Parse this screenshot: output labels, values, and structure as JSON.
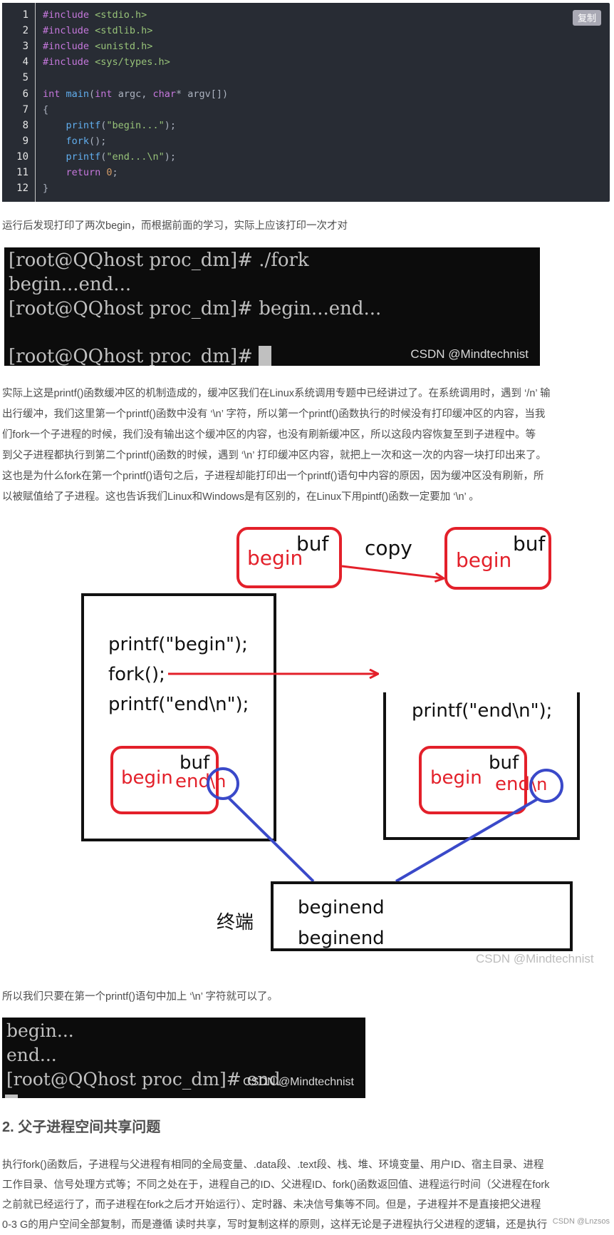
{
  "code": {
    "copy_label": "复制",
    "line_numbers": [
      "1",
      "2",
      "3",
      "4",
      "5",
      "6",
      "7",
      "8",
      "9",
      "10",
      "11",
      "12"
    ],
    "lines": [
      [
        {
          "t": "#include ",
          "c": "pre"
        },
        {
          "t": "<stdio.h>",
          "c": "str"
        }
      ],
      [
        {
          "t": "#include ",
          "c": "pre"
        },
        {
          "t": "<stdlib.h>",
          "c": "str"
        }
      ],
      [
        {
          "t": "#include ",
          "c": "pre"
        },
        {
          "t": "<unistd.h>",
          "c": "str"
        }
      ],
      [
        {
          "t": "#include ",
          "c": "pre"
        },
        {
          "t": "<sys/types.h>",
          "c": "str"
        }
      ],
      [],
      [
        {
          "t": "int ",
          "c": "kw"
        },
        {
          "t": "main",
          "c": "fn"
        },
        {
          "t": "(",
          "c": "plain"
        },
        {
          "t": "int ",
          "c": "kw"
        },
        {
          "t": "argc, ",
          "c": "plain"
        },
        {
          "t": "char",
          "c": "kw"
        },
        {
          "t": "* argv[])",
          "c": "plain"
        }
      ],
      [
        {
          "t": "{",
          "c": "plain"
        }
      ],
      [
        {
          "t": "    printf",
          "c": "fn"
        },
        {
          "t": "(",
          "c": "plain"
        },
        {
          "t": "\"begin...\"",
          "c": "str"
        },
        {
          "t": ");",
          "c": "plain"
        }
      ],
      [
        {
          "t": "    fork",
          "c": "fn"
        },
        {
          "t": "();",
          "c": "plain"
        }
      ],
      [
        {
          "t": "    printf",
          "c": "fn"
        },
        {
          "t": "(",
          "c": "plain"
        },
        {
          "t": "\"end...\\n\"",
          "c": "str"
        },
        {
          "t": ");",
          "c": "plain"
        }
      ],
      [
        {
          "t": "    return ",
          "c": "kw"
        },
        {
          "t": "0",
          "c": "num"
        },
        {
          "t": ";",
          "c": "plain"
        }
      ],
      [
        {
          "t": "}",
          "c": "plain"
        }
      ]
    ]
  },
  "para1": "运行后发现打印了两次begin，而根据前面的学习，实际上应该打印一次才对",
  "terminal1": {
    "lines": [
      "[root@QQhost proc_dm]# ./fork",
      "begin...end...",
      "[root@QQhost proc_dm]# begin...end...",
      "",
      "[root@QQhost proc_dm]# "
    ],
    "watermark": "CSDN @Mindtechnist"
  },
  "para2": [
    "实际上这是printf()函数缓冲区的机制造成的，缓冲区我们在Linux系统调用专题中已经讲过了。在系统调用时，遇到 ‘/n’ 输",
    "出行缓冲，我们这里第一个printf()函数中没有 ‘\\n’ 字符，所以第一个printf()函数执行的时候没有打印缓冲区的内容，当我",
    "们fork一个子进程的时候，我们没有输出这个缓冲区的内容，也没有刷新缓冲区，所以这段内容恢复至到子进程中。等",
    "到父子进程都执行到第二个printf()函数的时候，遇到 ‘\\n’ 打印缓冲区内容，就把上一次和这一次的内容一块打印出来了。",
    "这也是为什么fork在第一个printf()语句之后，子进程却能打印出一个printf()语句中内容的原因，因为缓冲区没有刷新，所",
    "以被赋值给了子进程。这也告诉我们Linux和Windows是有区别的，在Linux下用pintf()函数一定要加 ‘\\n’ 。"
  ],
  "diagram": {
    "top_buf_left_begin": "begin",
    "top_buf_left_label": "buf",
    "copy_label": "copy",
    "top_buf_right_begin": "begin",
    "top_buf_right_label": "buf",
    "parent_lines": [
      "printf(\"begin\");",
      "fork();",
      "printf(\"end\\n\");"
    ],
    "parent_buf_begin": "begin",
    "parent_buf_end": "end",
    "parent_buf_label": "buf",
    "parent_buf_n": "\\n",
    "child_line": "printf(\"end\\n\");",
    "child_buf_begin": "begin",
    "child_buf_end": "end",
    "child_buf_label": "buf",
    "child_buf_n": "\\n",
    "terminal_label": "终端",
    "terminal_lines": [
      "beginend",
      "beginend"
    ],
    "watermark": "CSDN @Mindtechnist",
    "colors": {
      "red": "#e3202a",
      "blue": "#3a49c9",
      "black": "#111111"
    }
  },
  "para3": "所以我们只要在第一个printf()语句中加上 ‘\\n’ 字符就可以了。",
  "terminal2": {
    "lines": [
      "begin...",
      "end...",
      "[root@QQhost proc_dm]# end"
    ],
    "watermark": "CSDN @Mindtechnist"
  },
  "heading": "2. 父子进程空间共享问题",
  "para4": [
    "执行fork()函数后，子进程与父进程有相同的全局变量、.data段、.text段、栈、堆、环境变量、用户ID、宿主目录、进程",
    "工作目录、信号处理方式等；不同之处在于，进程自己的ID、父进程ID、fork()函数返回值、进程运行时间（父进程在fork",
    "之前就已经运行了，而子进程在fork之后才开始运行）、定时器、未决信号集等不同。但是，子进程并不是直接把父进程",
    "0-3 G的用户空间全部复制，而是遵循 读时共享，写时复制这样的原则，这样无论是子进程执行父进程的逻辑，还是执行"
  ],
  "corner_mark": "CSDN @Lnzsos"
}
